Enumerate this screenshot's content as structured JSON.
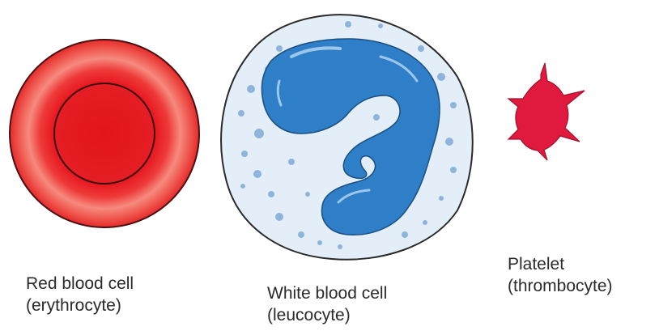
{
  "cells": {
    "red_blood_cell": {
      "name": "Red blood cell",
      "alt_name": "(erythrocyte)",
      "color": "#e8202c"
    },
    "white_blood_cell": {
      "name": "White blood cell",
      "alt_name": "(leucocyte)",
      "cytoplasm_color": "#e4eef8",
      "nucleus_color": "#2f7fc8"
    },
    "platelet": {
      "name": "Platelet",
      "alt_name": "(thrombocyte)",
      "color": "#e0193f"
    }
  }
}
